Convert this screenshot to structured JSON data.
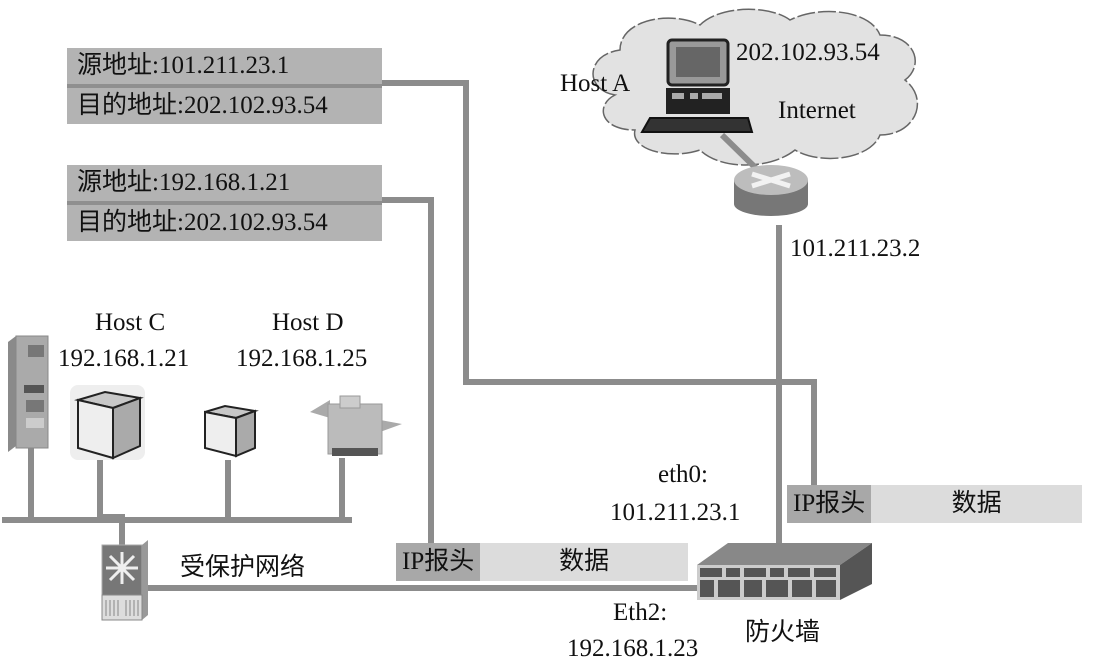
{
  "colors": {
    "line": "#8c8c8c",
    "address_box": "#b3b3b3",
    "packet_header": "#a8a8a8",
    "packet_body": "#dcdcdc",
    "cloud_fill": "#e2e2e2"
  },
  "packets_top": [
    {
      "src_label": "源地址:101.211.23.1",
      "dst_label": "目的地址:202.102.93.54"
    },
    {
      "src_label": "源地址:192.168.1.21",
      "dst_label": "目的地址:202.102.93.54"
    }
  ],
  "internet": {
    "cloud_label": "Internet",
    "host_a_label": "Host A",
    "host_a_ip": "202.102.93.54",
    "router_ip": "101.211.23.2"
  },
  "protected_network": {
    "label": "受保护网络",
    "host_c": {
      "name": "Host C",
      "ip": "192.168.1.21"
    },
    "host_d": {
      "name": "Host D",
      "ip": "192.168.1.25"
    }
  },
  "firewall": {
    "label": "防火墙",
    "eth0_label": "eth0:",
    "eth0_ip": "101.211.23.1",
    "eth2_label": "Eth2:",
    "eth2_ip": "192.168.1.23"
  },
  "packet_outer": {
    "header": "IP报头",
    "body": "数据"
  },
  "packet_inner": {
    "header": "IP报头",
    "body": "数据"
  }
}
